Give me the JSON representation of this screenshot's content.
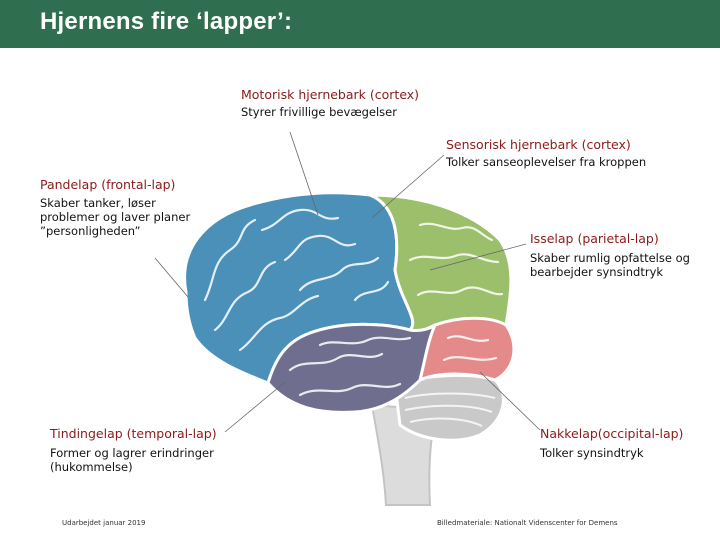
{
  "header": {
    "title": "Hjernens fire ‘lapper’:"
  },
  "labels": {
    "motor": {
      "title": "Motorisk hjernebark (cortex)",
      "desc": "Styrer frivillige bevægelser"
    },
    "sensory": {
      "title": "Sensorisk hjernebark (cortex)",
      "desc": "Tolker sanseoplevelser fra kroppen"
    },
    "frontal": {
      "title": "Pandelap (frontal-lap)",
      "desc": "Skaber tanker, løser\nproblemer og laver planer\n”personligheden”"
    },
    "parietal": {
      "title": "Isselap (parietal-lap)",
      "desc": "Skaber rumlig opfattelse og\nbearbejder synsindtryk"
    },
    "temporal": {
      "title": "Tindingelap (temporal-lap)",
      "desc": "Former og lagrer erindringer\n(hukommelse)"
    },
    "occipital": {
      "title": "Nakkelap(occipital-lap)",
      "desc": "Tolker synsindtryk"
    }
  },
  "footer": {
    "left": "Udarbejdet januar 2019",
    "right": "Billedmateriale: Nationalt Videnscenter for Demens"
  },
  "colors": {
    "header": "#2f6e4e",
    "label": "#8b1a1a",
    "frontal": "#4a90b8",
    "parietal": "#9bbf6a",
    "temporal": "#6f6e8e",
    "occipital": "#e48a8a",
    "cerebellum": "#c9c9c9",
    "brainstem": "#dcdcdc"
  }
}
